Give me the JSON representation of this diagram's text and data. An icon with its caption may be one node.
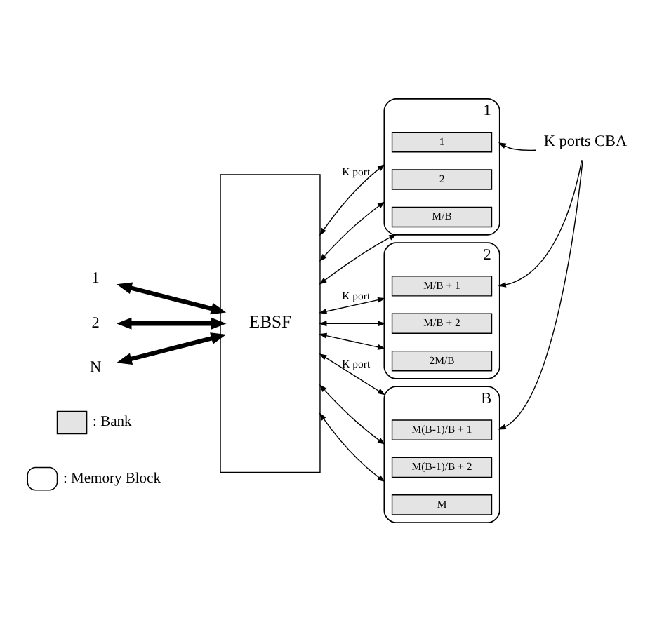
{
  "diagram": {
    "nodes": [
      {
        "text": [
          "1"
        ]
      },
      {
        "text": [
          "2"
        ]
      },
      {
        "text": [
          "N"
        ]
      },
      {
        "text": [
          "EBSF"
        ]
      },
      {
        "text": [
          "1"
        ]
      },
      {
        "text": [
          "1"
        ],
        "in": 4
      },
      {
        "text": [
          "2"
        ],
        "in": 4
      },
      {
        "text": [
          "M/B"
        ],
        "in": 4
      },
      {
        "text": [
          "2"
        ]
      },
      {
        "text": [
          "M/B + 1"
        ],
        "in": 8
      },
      {
        "text": [
          "M/B + 2"
        ],
        "in": 8
      },
      {
        "text": [
          "2M/B"
        ],
        "in": 8
      },
      {
        "text": [
          "B"
        ]
      },
      {
        "text": [
          "M(B-1)/B + 1"
        ],
        "in": 12
      },
      {
        "text": [
          "M(B-1)/B + 2"
        ],
        "in": 12
      },
      {
        "text": [
          "M"
        ],
        "in": 12
      },
      {
        "text": [
          "K ports CBA"
        ]
      }
    ],
    "edges": [
      {
        "from": 0,
        "to": 3,
        "arrow": "both",
        "style": "thick"
      },
      {
        "from": 1,
        "to": 3,
        "arrow": "both",
        "style": "thick"
      },
      {
        "from": 2,
        "to": 3,
        "arrow": "both",
        "style": "thick"
      },
      {
        "from": 3,
        "to": 4,
        "arrow": "both",
        "label": "K port"
      },
      {
        "from": 3,
        "to": 4,
        "arrow": "both"
      },
      {
        "from": 3,
        "to": 4,
        "arrow": "both"
      },
      {
        "from": 3,
        "to": 8,
        "arrow": "both",
        "label": "K port"
      },
      {
        "from": 3,
        "to": 8,
        "arrow": "both"
      },
      {
        "from": 3,
        "to": 8,
        "arrow": "both"
      },
      {
        "from": 3,
        "to": 12,
        "arrow": "both",
        "label": "K port"
      },
      {
        "from": 3,
        "to": 12,
        "arrow": "both"
      },
      {
        "from": 3,
        "to": 12,
        "arrow": "both"
      },
      {
        "from": 16,
        "to": 4,
        "arrow": "to"
      },
      {
        "from": 16,
        "to": 8,
        "arrow": "to"
      },
      {
        "from": 16,
        "to": 12,
        "arrow": "to"
      }
    ],
    "legend": [
      {
        "text": ": Bank"
      },
      {
        "text": ": Memory Block"
      }
    ]
  }
}
